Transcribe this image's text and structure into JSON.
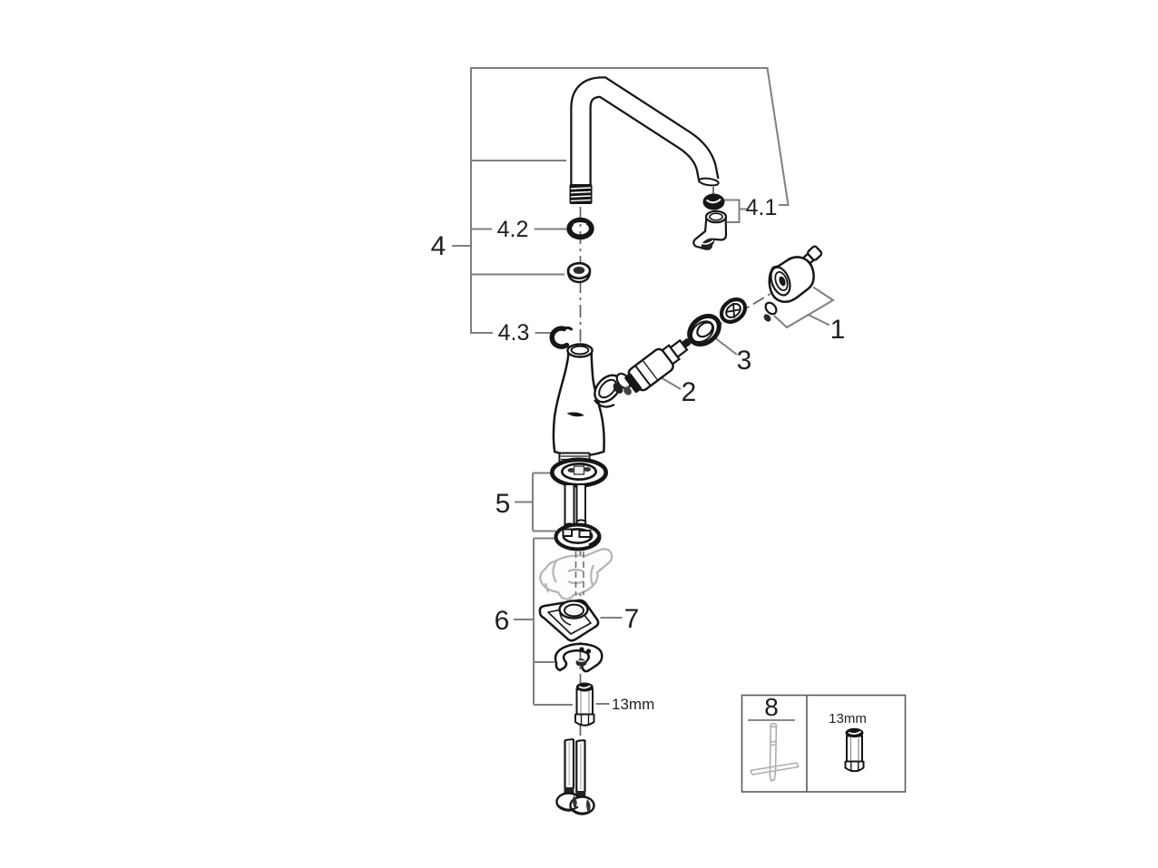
{
  "figure": {
    "kind": "exploded-parts-diagram",
    "subject": "single-lever kitchen faucet exploded view",
    "background_color": "#ffffff",
    "ink_color": "#161616",
    "leader_line_color": "#7f7f7f",
    "ghost_part_color": "#b4b4b4"
  },
  "callouts": {
    "part1": "1",
    "part2": "2",
    "part3": "3",
    "part4": "4",
    "part4_1": "4.1",
    "part4_2": "4.2",
    "part4_3": "4.3",
    "part5": "5",
    "part6": "6",
    "part7": "7",
    "wrench_size": "13mm"
  },
  "inset": {
    "part8": "8",
    "wrench_size": "13mm"
  }
}
